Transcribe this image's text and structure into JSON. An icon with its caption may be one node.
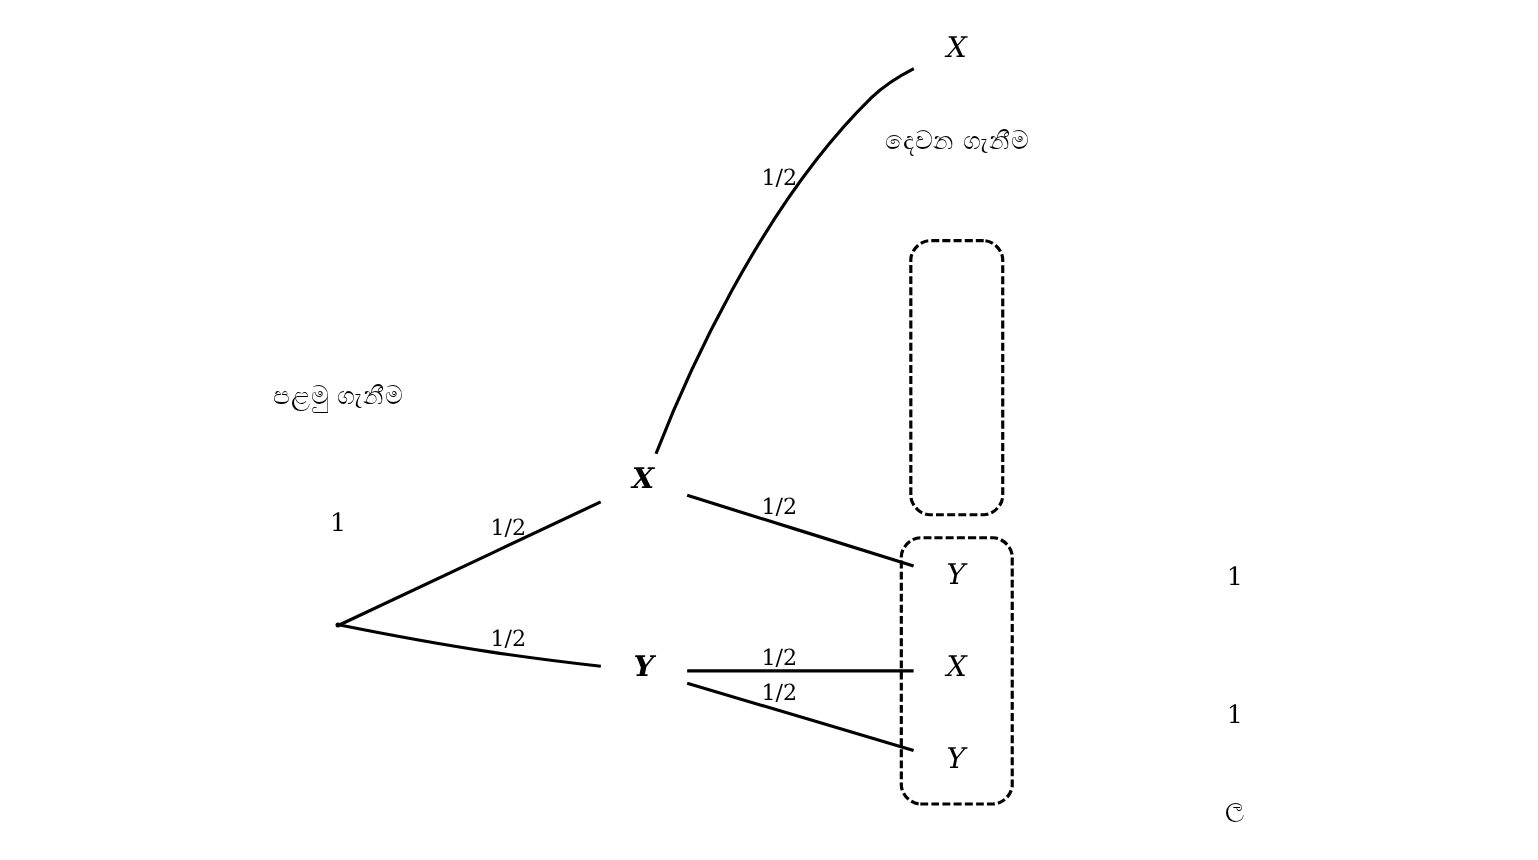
{
  "diagram": {
    "nodes": [
      {
        "text": [],
        "shape": "point"
      },
      {
        "text": [
          "X"
        ]
      },
      {
        "text": [
          "Y"
        ]
      },
      {
        "text": [],
        "shape": "box"
      },
      {
        "text": [
          "X"
        ]
      },
      {
        "text": [],
        "shape": "box"
      },
      {
        "text": [
          "Y"
        ],
        "in": 5
      },
      {
        "text": [
          "X"
        ],
        "in": 5
      },
      {
        "text": [
          "Y"
        ],
        "in": 5
      }
    ],
    "edges": [
      {
        "from": 0,
        "to": 1,
        "arrow": "none",
        "label": "1/2"
      },
      {
        "from": 0,
        "to": 2,
        "arrow": "none",
        "label": "1/2"
      },
      {
        "from": 1,
        "to": 4,
        "arrow": "none",
        "label": "1/2"
      },
      {
        "from": 1,
        "to": 6,
        "arrow": "none",
        "label": "1/2"
      },
      {
        "from": 2,
        "to": 7,
        "arrow": "none",
        "label": "1/2"
      },
      {
        "from": 2,
        "to": 8,
        "arrow": "none",
        "label": "1/2"
      }
    ],
    "labels": [
      "පළමු ගැනීම",
      "දෙවන ගැනීම",
      "1",
      "1",
      "1",
      "ල"
    ]
  }
}
